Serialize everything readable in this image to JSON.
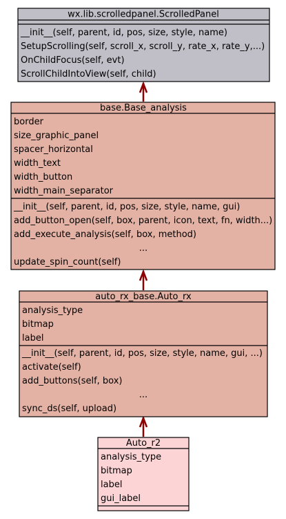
{
  "diagram": {
    "colors": {
      "scrolled_panel_fill": "#c0bec7",
      "base_analysis_fill": "#e3b2a4",
      "auto_rx_fill": "#e3b2a4",
      "auto_r2_fill": "#fdd4d6",
      "arrow_color": "#8b0000",
      "border": "#000000"
    },
    "classes": [
      {
        "id": "scrolled-panel",
        "name": "wx.lib.scrolledpanel.ScrolledPanel",
        "attributes": [],
        "methods": [
          "__init__(self, parent, id, pos, size, style, name)",
          "SetupScrolling(self, scroll_x, scroll_y, rate_x, rate_y,...)",
          "OnChildFocus(self, evt)",
          "ScrollChildIntoView(self, child)"
        ]
      },
      {
        "id": "base-analysis",
        "name": "base.Base_analysis",
        "attributes": [
          "border",
          "size_graphic_panel",
          "spacer_horizontal",
          "width_text",
          "width_button",
          "width_main_separator"
        ],
        "methods": [
          "__init__(self, parent, id, pos, size, style, name, gui)",
          "add_button_open(self, box, parent, icon, text, fn, width...)",
          "add_execute_analysis(self, box, method)",
          "...",
          "update_spin_count(self)"
        ]
      },
      {
        "id": "auto-rx",
        "name": "auto_rx_base.Auto_rx",
        "attributes": [
          "analysis_type",
          "bitmap",
          "label"
        ],
        "methods": [
          "__init__(self, parent, id, pos, size, style, name, gui, ...)",
          "activate(self)",
          "add_buttons(self, box)",
          "...",
          "sync_ds(self, upload)"
        ]
      },
      {
        "id": "auto-r2",
        "name": "Auto_r2",
        "attributes": [
          "analysis_type",
          "bitmap",
          "label",
          "gui_label"
        ],
        "methods": []
      }
    ]
  }
}
